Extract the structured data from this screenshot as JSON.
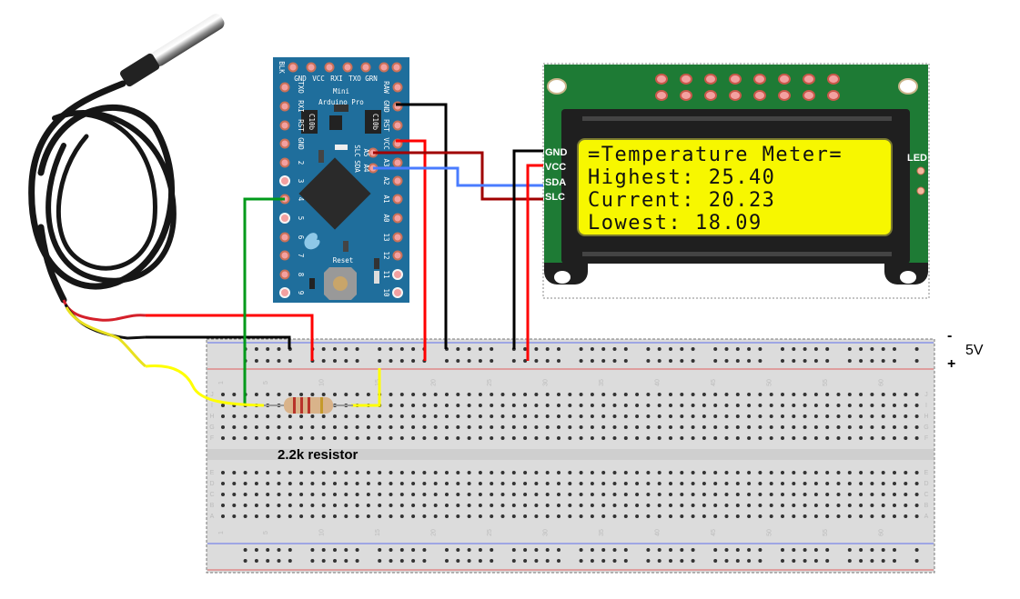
{
  "lcd": {
    "lines": [
      "=Temperature Meter=",
      "Highest: 25.40",
      "Current: 20.23",
      "Lowest:  18.09"
    ],
    "connector_labels": [
      "GND",
      "VCC",
      "SDA",
      "SLC"
    ],
    "led_label": "LED",
    "screen_color": "#f7f700",
    "board_color": "#1e7b35"
  },
  "arduino": {
    "title_line1": "Mini",
    "title_line2": "Arduino Pro",
    "top_pins": [
      "BLK",
      "GND",
      "VCC",
      "RXI",
      "TXO",
      "GRN"
    ],
    "left_pins": [
      "TXO",
      "RXI",
      "RST",
      "GND",
      "2",
      "3",
      "4",
      "5",
      "6",
      "7",
      "8",
      "9"
    ],
    "right_pins": [
      "RAW",
      "GND",
      "RST",
      "VCC",
      "A3",
      "A2",
      "A1",
      "A0",
      "13",
      "12",
      "11",
      "10"
    ],
    "inner_pins": [
      "A5",
      "A4"
    ],
    "inner_labels": [
      "SLC",
      "SDA"
    ],
    "cap_label": "C10b",
    "reset_label": "Reset",
    "board_color": "#1f6e9c"
  },
  "breadboard": {
    "row_letters_top": [
      "J",
      "I",
      "H",
      "G",
      "F"
    ],
    "row_letters_bottom": [
      "E",
      "D",
      "C",
      "B",
      "A"
    ],
    "column_numbers": [
      "1",
      "5",
      "10",
      "15",
      "20",
      "25",
      "30",
      "35",
      "40",
      "45",
      "50",
      "55",
      "60"
    ]
  },
  "labels": {
    "resistor": "2.2k resistor",
    "rail_minus": "-",
    "rail_plus": "+",
    "rail_voltage": "5V"
  },
  "wire_colors": {
    "gnd": "#000000",
    "vcc": "#ff0000",
    "sda": "#4a7cff",
    "slc": "#a00000",
    "signal": "#009a1a",
    "sensor_data": "#ffff00"
  }
}
